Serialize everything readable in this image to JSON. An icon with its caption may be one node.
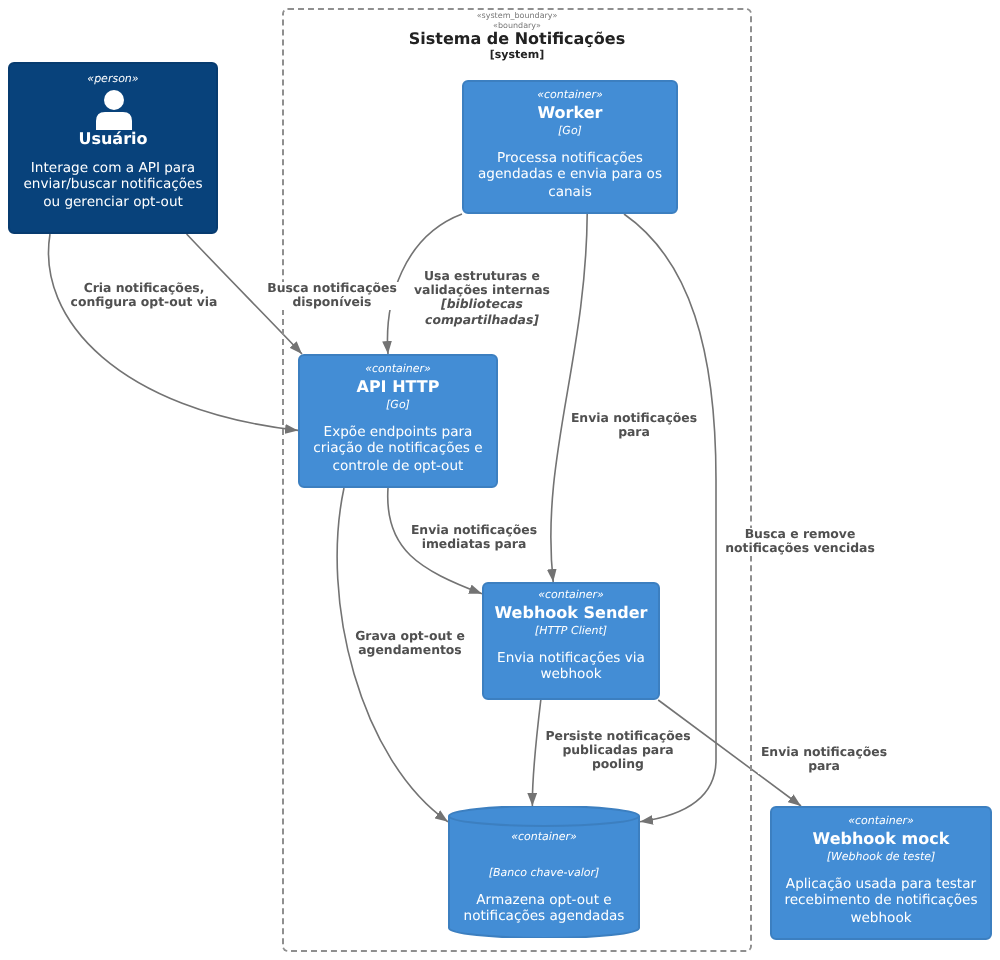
{
  "diagram": {
    "nodes": [
      {
        "text": [
          "«person»",
          "Usuário",
          "Interage com a API para enviar/buscar notificações ou gerenciar opt-out"
        ]
      },
      {
        "text": [
          "«system_boundary»",
          "«boundary»",
          "Sistema de Notificações",
          "[system]"
        ]
      },
      {
        "text": [
          "«container»",
          "Worker",
          "[Go]",
          "Processa notificações agendadas e envia para os canais"
        ],
        "in": 1
      },
      {
        "text": [
          "«container»",
          "API HTTP",
          "[Go]",
          "Expõe endpoints para criação de notificações e controle de opt-out"
        ],
        "in": 1
      },
      {
        "text": [
          "«container»",
          "Webhook Sender",
          "[HTTP Client]",
          "Envia notificações via webhook"
        ],
        "in": 1
      },
      {
        "text": [
          "«container»",
          "[Banco chave-valor]",
          "Armazena opt-out e notificações agendadas"
        ],
        "in": 1
      },
      {
        "text": [
          "«container»",
          "Webhook mock",
          "[Webhook de teste]",
          "Aplicação usada para testar recebimento de notificações webhook"
        ]
      }
    ],
    "edges": [
      {
        "from": 0,
        "to": 3,
        "arrow": "to",
        "label": "Cria notificações, configura opt-out via"
      },
      {
        "from": 0,
        "to": 3,
        "arrow": "to",
        "label": "Busca notificações disponíveis"
      },
      {
        "from": 2,
        "to": 3,
        "arrow": "to",
        "label": "Usa estruturas e validações internas *[bibliotecas compartilhadas]*"
      },
      {
        "from": 2,
        "to": 4,
        "arrow": "to",
        "label": "Envia notificações para"
      },
      {
        "from": 2,
        "to": 5,
        "arrow": "to",
        "label": "Busca e remove notificações vencidas"
      },
      {
        "from": 3,
        "to": 4,
        "arrow": "to",
        "label": "Envia notificações imediatas para"
      },
      {
        "from": 3,
        "to": 5,
        "arrow": "to",
        "label": "Grava opt-out e agendamentos"
      },
      {
        "from": 4,
        "to": 5,
        "arrow": "to",
        "label": "Persiste notificações publicadas para pooling"
      },
      {
        "from": 4,
        "to": 6,
        "arrow": "to",
        "label": "Envia notificações para"
      }
    ]
  }
}
